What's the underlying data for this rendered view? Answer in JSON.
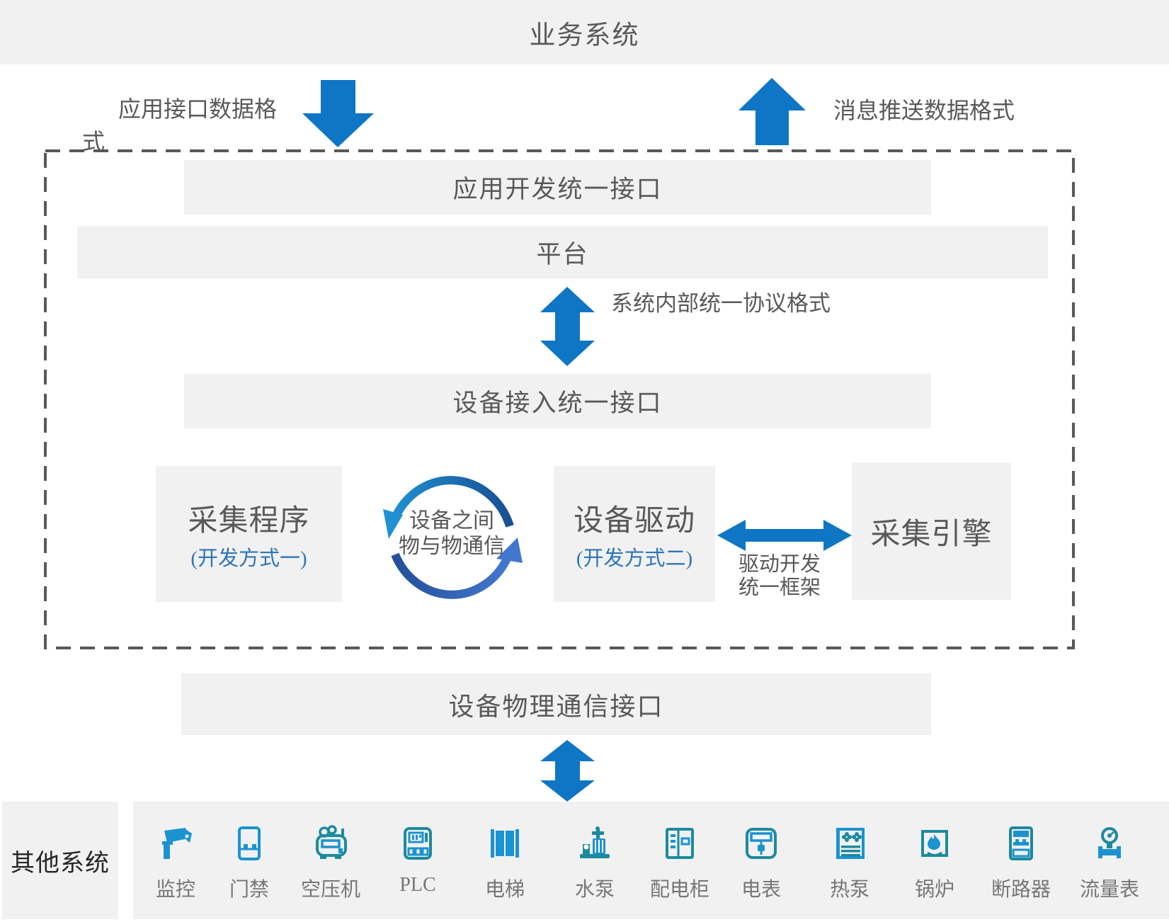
{
  "banner": {
    "title": "业务系统"
  },
  "annotations": {
    "app_interface_line1": "应用接口数据格",
    "app_interface_line2": "式",
    "msg_push": "消息推送数据格式",
    "internal_protocol": "系统内部统一协议格式",
    "device_comm_line1": "设备之间",
    "device_comm_line2": "物与物通信",
    "driver_framework_line1": "驱动开发",
    "driver_framework_line2": "统一框架"
  },
  "bars": {
    "app_dev_interface": "应用开发统一接口",
    "platform": "平台",
    "device_access_interface": "设备接入统一接口",
    "device_physical_interface": "设备物理通信接口"
  },
  "boxes": {
    "collector": {
      "title": "采集程序",
      "subtitle": "(开发方式一)"
    },
    "driver": {
      "title": "设备驱动",
      "subtitle": "(开发方式二)"
    },
    "engine": {
      "title": "采集引擎"
    }
  },
  "other_systems": {
    "label": "其他系统"
  },
  "devices": [
    {
      "icon": "camera",
      "label": "监控"
    },
    {
      "icon": "access-control",
      "label": "门禁"
    },
    {
      "icon": "air-compressor",
      "label": "空压机"
    },
    {
      "icon": "plc",
      "label": "PLC"
    },
    {
      "icon": "elevator",
      "label": "电梯"
    },
    {
      "icon": "water-pump",
      "label": "水泵"
    },
    {
      "icon": "power-cabinet",
      "label": "配电柜"
    },
    {
      "icon": "electric-meter",
      "label": "电表"
    },
    {
      "icon": "heat-pump",
      "label": "热泵"
    },
    {
      "icon": "boiler",
      "label": "锅炉"
    },
    {
      "icon": "circuit-breaker",
      "label": "断路器"
    },
    {
      "icon": "flow-meter",
      "label": "流量表"
    }
  ],
  "colors": {
    "panel_gray": "#f1f1f1",
    "text_gray": "#595959",
    "arrow_blue": "#0e76c4",
    "accent_blue": "#2e75b6",
    "icon_blue": "#1b93d0",
    "icon_teal": "#1d8a9e",
    "dashed_border": "#595959"
  }
}
